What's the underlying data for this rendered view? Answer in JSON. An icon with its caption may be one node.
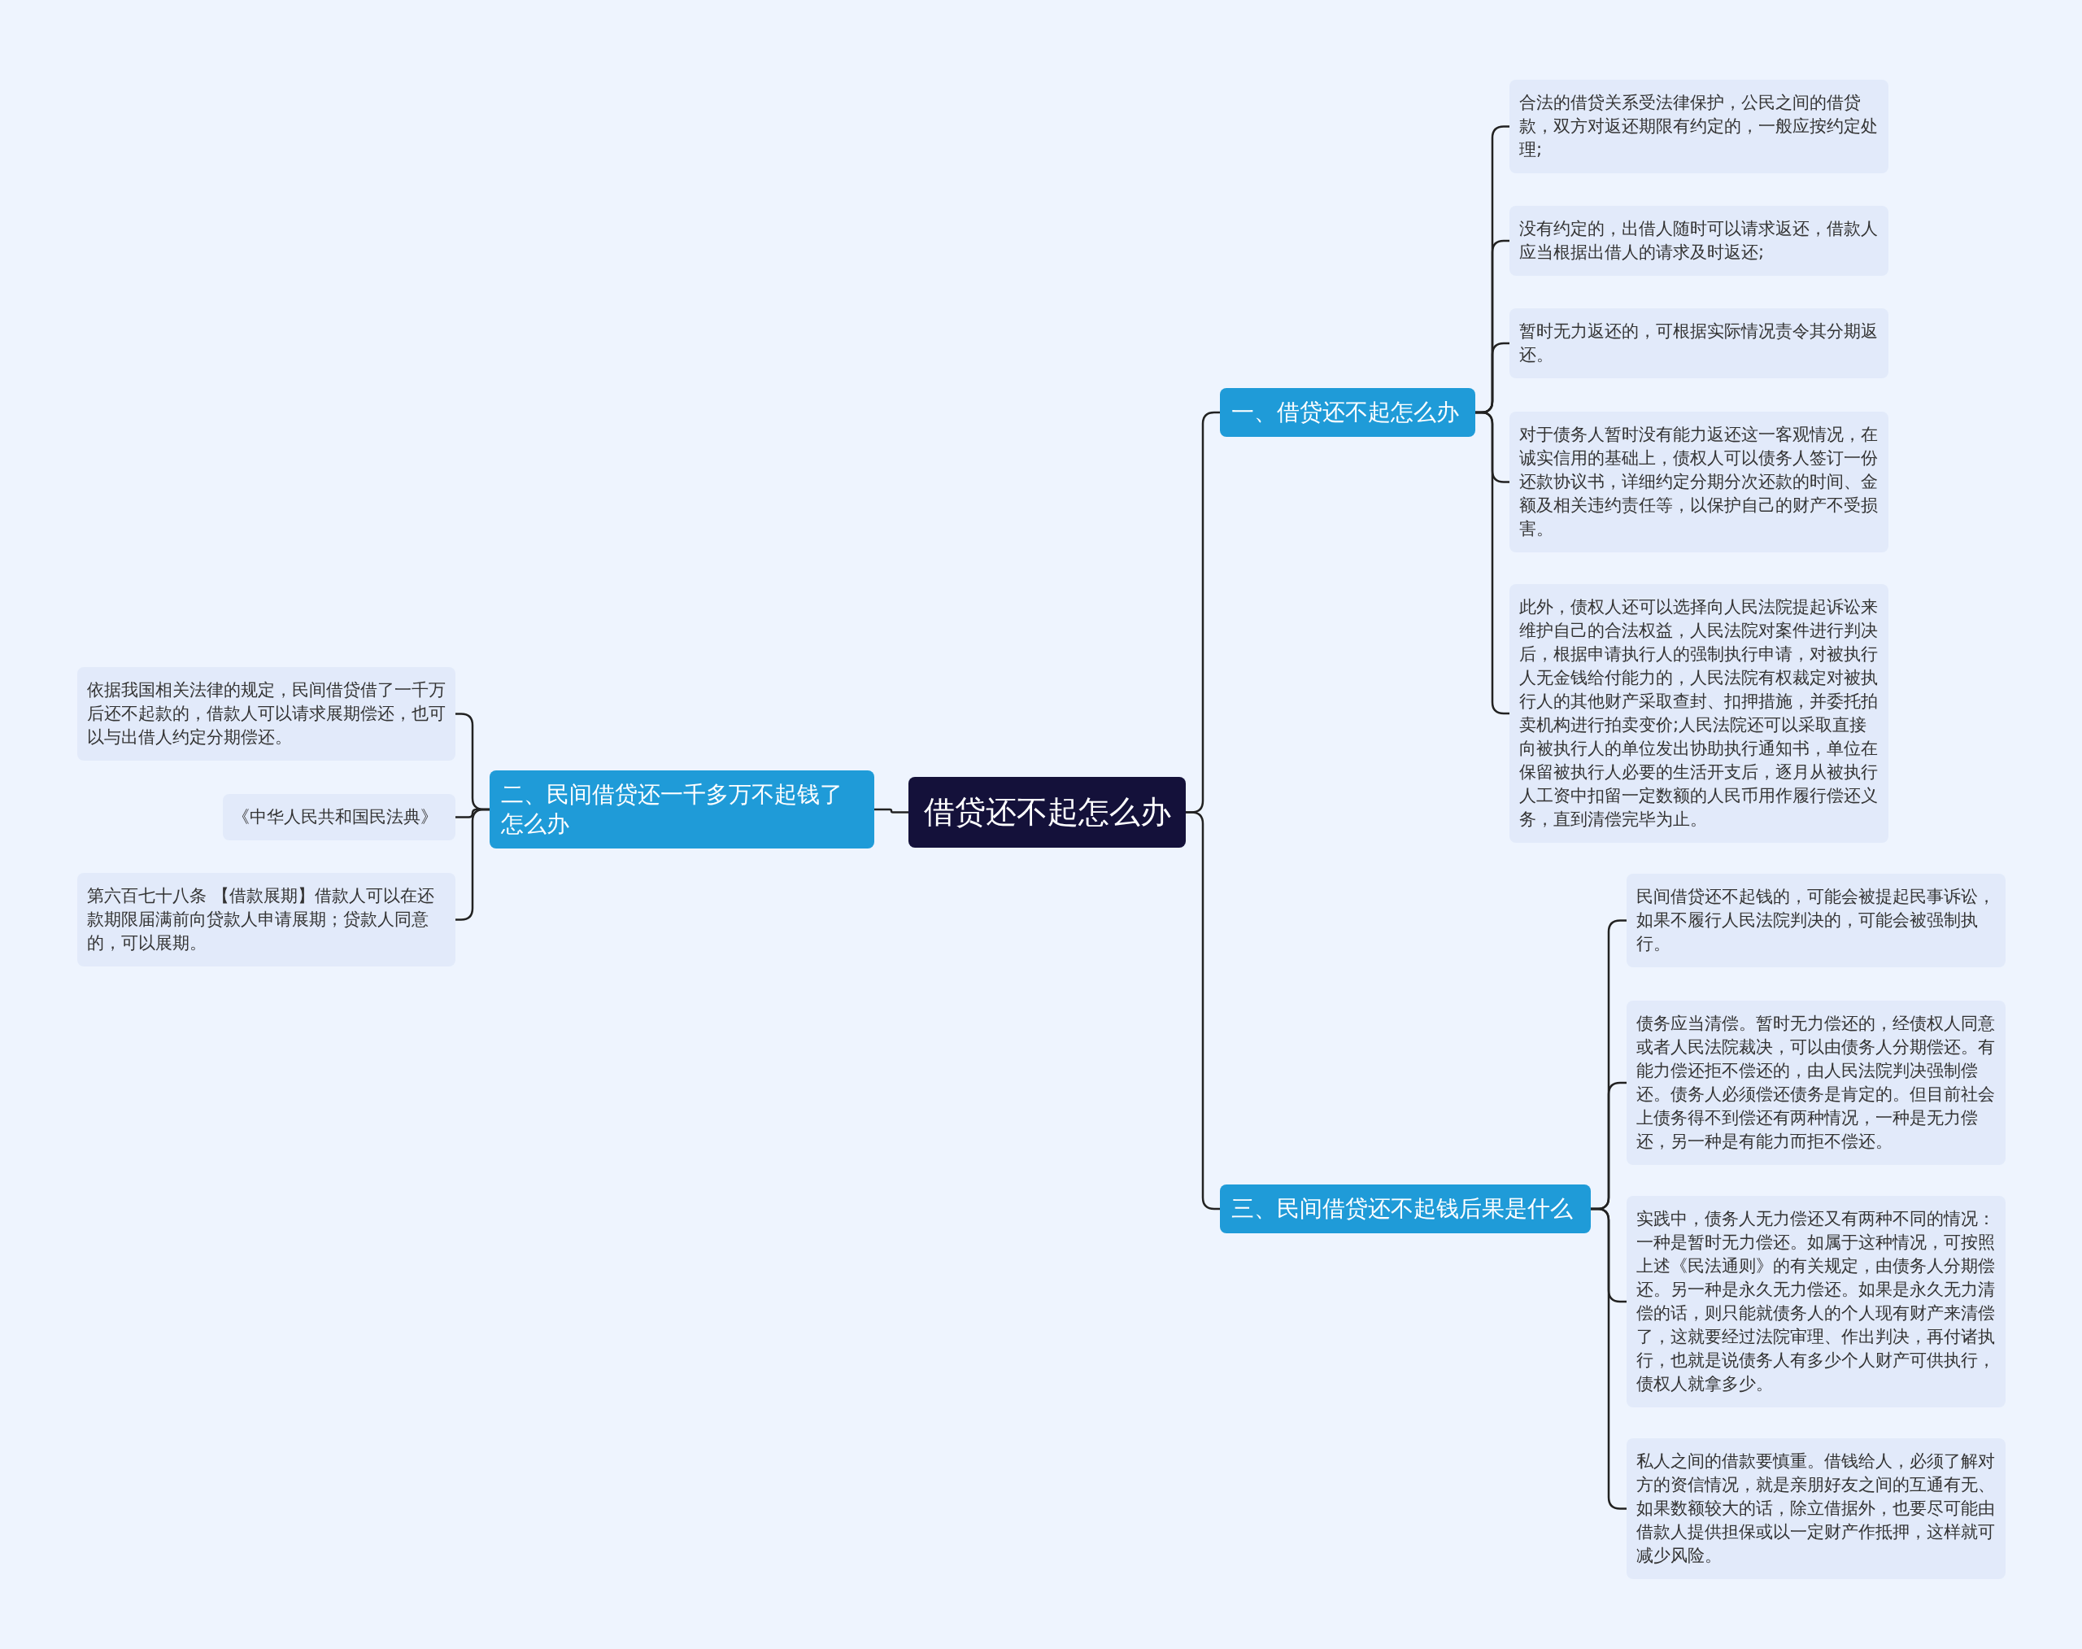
{
  "diagram": {
    "nodes": [
      {
        "text": [
          "借贷还不起怎么办"
        ]
      },
      {
        "text": [
          "一、借贷还不起怎么办"
        ]
      },
      {
        "text": [
          "合法的借贷关系受法律保护，公民之间的借贷款，双方对返还期限有约定的，一般应按约定处理;"
        ]
      },
      {
        "text": [
          "没有约定的，出借人随时可以请求返还，借款人应当根据出借人的请求及时返还;"
        ]
      },
      {
        "text": [
          "暂时无力返还的，可根据实际情况责令其分期返还。"
        ]
      },
      {
        "text": [
          "对于债务人暂时没有能力返还这一客观情况，在诚实信用的基础上，债权人可以债务人签订一份还款协议书，详细约定分期分次还款的时间、金额及相关违约责任等，以保护自己的财产不受损害。"
        ]
      },
      {
        "text": [
          "此外，债权人还可以选择向人民法院提起诉讼来维护自己的合法权益，人民法院对案件进行判决后，根据申请执行人的强制执行申请，对被执行人无金钱给付能力的，人民法院有权裁定对被执行人的其他财产采取查封、扣押措施，并委托拍卖机构进行拍卖变价;人民法院还可以采取直接向被执行人的单位发出协助执行通知书，单位在保留被执行人必要的生活开支后，逐月从被执行人工资中扣留一定数额的人民币用作履行偿还义务，直到清偿完毕为止。"
        ]
      },
      {
        "text": [
          "二、民间借贷还一千多万不起钱了怎么办"
        ]
      },
      {
        "text": [
          "依据我国相关法律的规定，民间借贷借了一千万后还不起款的，借款人可以请求展期偿还，也可以与出借人约定分期偿还。"
        ]
      },
      {
        "text": [
          "《中华人民共和国民法典》"
        ]
      },
      {
        "text": [
          "第六百七十八条 【借款展期】借款人可以在还款期限届满前向贷款人申请展期；贷款人同意的，可以展期。"
        ]
      },
      {
        "text": [
          "三、民间借贷还不起钱后果是什么"
        ]
      },
      {
        "text": [
          "民间借贷还不起钱的，可能会被提起民事诉讼，如果不履行人民法院判决的，可能会被强制执行。"
        ]
      },
      {
        "text": [
          "债务应当清偿。暂时无力偿还的，经债权人同意或者人民法院裁决，可以由债务人分期偿还。有能力偿还拒不偿还的，由人民法院判决强制偿还。债务人必须偿还债务是肯定的。但目前社会上债务得不到偿还有两种情况，一种是无力偿还，另一种是有能力而拒不偿还。"
        ]
      },
      {
        "text": [
          "实践中，债务人无力偿还又有两种不同的情况：一种是暂时无力偿还。如属于这种情况，可按照上述《民法通则》的有关规定，由债务人分期偿还。另一种是永久无力偿还。如果是永久无力清偿的话，则只能就债务人的个人现有财产来清偿了，这就要经过法院审理、作出判决，再付诸执行，也就是说债务人有多少个人财产可供执行，债权人就拿多少。"
        ]
      },
      {
        "text": [
          "私人之间的借款要慎重。借钱给人，必须了解对方的资信情况，就是亲朋好友之间的互通有无、如果数额较大的话，除立借据外，也要尽可能由借款人提供担保或以一定财产作抵押，这样就可减少风险。"
        ]
      }
    ],
    "edges": [
      {
        "from": 0,
        "to": 1,
        "arrow": "none"
      },
      {
        "from": 1,
        "to": 2,
        "arrow": "none"
      },
      {
        "from": 1,
        "to": 3,
        "arrow": "none"
      },
      {
        "from": 1,
        "to": 4,
        "arrow": "none"
      },
      {
        "from": 1,
        "to": 5,
        "arrow": "none"
      },
      {
        "from": 1,
        "to": 6,
        "arrow": "none"
      },
      {
        "from": 0,
        "to": 7,
        "arrow": "none"
      },
      {
        "from": 7,
        "to": 8,
        "arrow": "none"
      },
      {
        "from": 7,
        "to": 9,
        "arrow": "none"
      },
      {
        "from": 7,
        "to": 10,
        "arrow": "none"
      },
      {
        "from": 0,
        "to": 11,
        "arrow": "none"
      },
      {
        "from": 11,
        "to": 12,
        "arrow": "none"
      },
      {
        "from": 11,
        "to": 13,
        "arrow": "none"
      },
      {
        "from": 11,
        "to": 14,
        "arrow": "none"
      },
      {
        "from": 11,
        "to": 15,
        "arrow": "none"
      }
    ]
  }
}
